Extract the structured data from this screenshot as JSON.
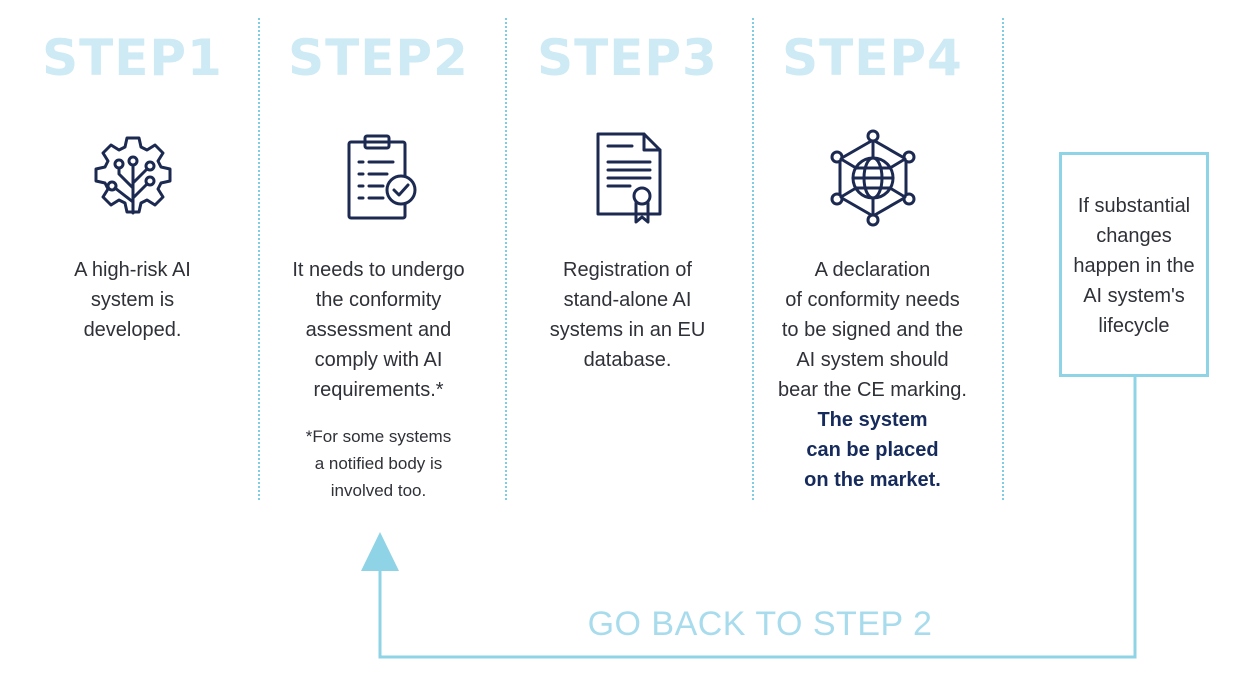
{
  "steps": [
    {
      "title": "STEP1",
      "icon": "ai-brain-gear-icon",
      "lines": [
        "A high-risk AI",
        "system is",
        "developed."
      ]
    },
    {
      "title": "STEP2",
      "icon": "clipboard-check-icon",
      "lines": [
        "It needs to undergo",
        "the conformity",
        "assessment and",
        "comply with AI",
        "requirements.*"
      ],
      "footnote": [
        "*For some systems",
        "a notified body is",
        "involved too."
      ]
    },
    {
      "title": "STEP3",
      "icon": "certificate-document-icon",
      "lines": [
        "Registration of",
        "stand-alone AI",
        "systems in an EU",
        "database."
      ]
    },
    {
      "title": "STEP4",
      "icon": "globe-network-icon",
      "lines": [
        "A declaration",
        "of conformity needs",
        "to be signed and the",
        "AI system should",
        "bear the CE marking."
      ],
      "bold_lines": [
        "The system",
        "can be placed",
        "on the market."
      ]
    }
  ],
  "side_box": {
    "lines": [
      "If substantial",
      "changes",
      "happen in the",
      "AI system's",
      "lifecycle"
    ]
  },
  "back_label": "GO BACK TO STEP 2",
  "colors": {
    "step_title": "#cdeaf5",
    "accent": "#8fd3e6",
    "text": "#2f3138",
    "bold_text": "#162b5c",
    "icon": "#1c2a52"
  }
}
